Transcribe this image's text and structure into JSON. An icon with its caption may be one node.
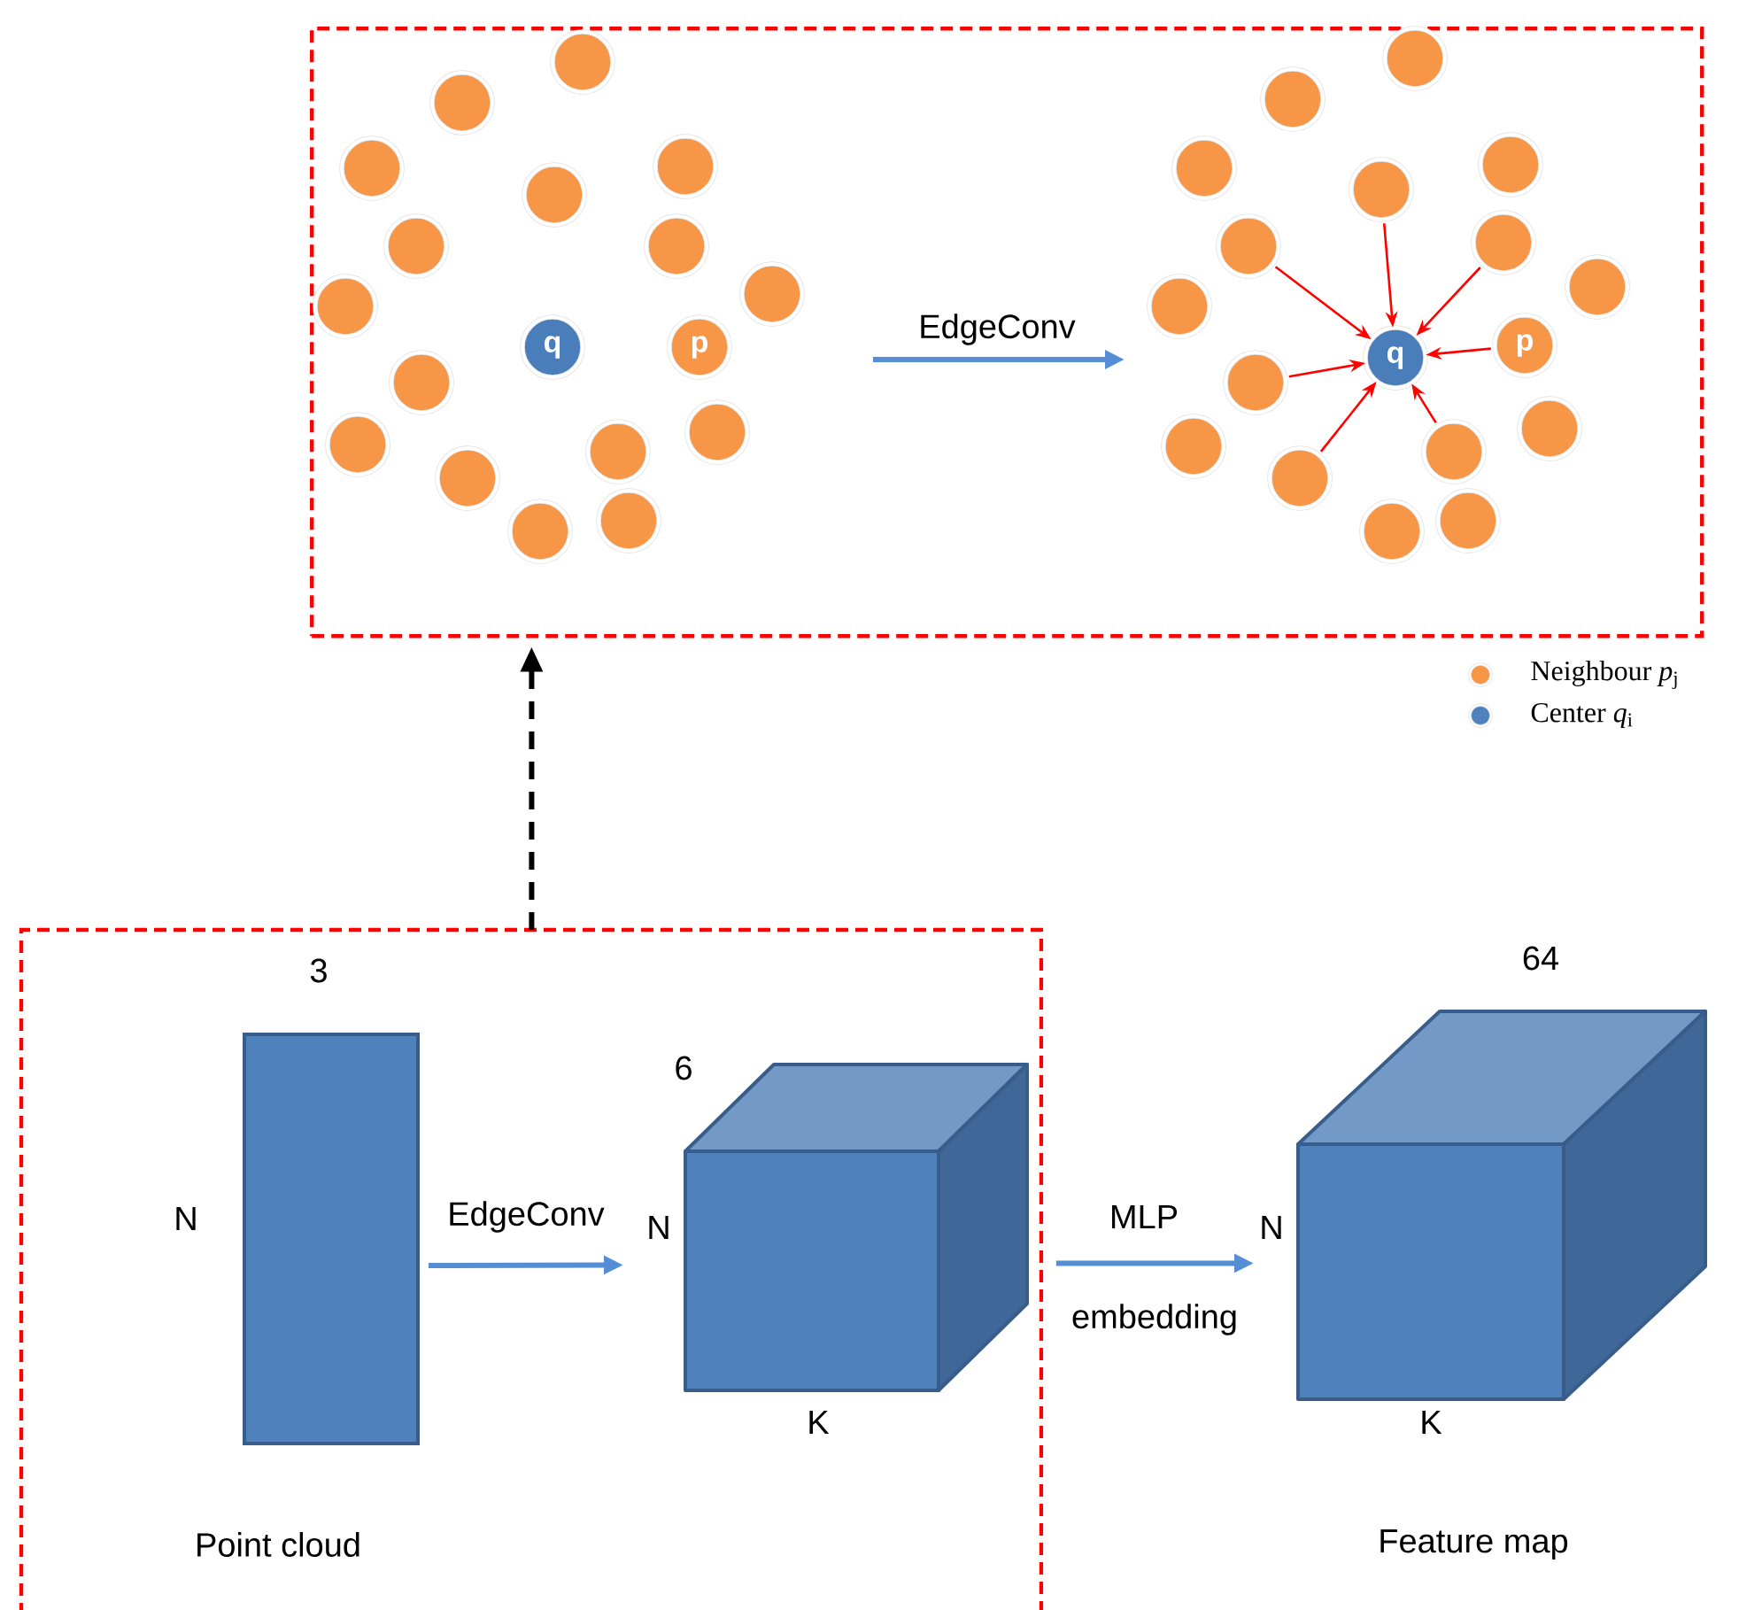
{
  "diagram": {
    "nodes": [
      {
        "text": [],
        "shape": "box"
      },
      {
        "text": [],
        "shape": "circle",
        "in": 0
      },
      {
        "text": [],
        "shape": "circle",
        "in": 0
      },
      {
        "text": [],
        "shape": "circle",
        "in": 0
      },
      {
        "text": [],
        "shape": "circle",
        "in": 0
      },
      {
        "text": [],
        "shape": "circle",
        "in": 0
      },
      {
        "text": [],
        "shape": "circle",
        "in": 0
      },
      {
        "text": [],
        "shape": "circle",
        "in": 0
      },
      {
        "text": [],
        "shape": "circle",
        "in": 0
      },
      {
        "text": [],
        "shape": "circle",
        "in": 0
      },
      {
        "text": [
          "q"
        ],
        "in": 0
      },
      {
        "text": [
          "p"
        ],
        "in": 0
      },
      {
        "text": [],
        "shape": "circle",
        "in": 0
      },
      {
        "text": [],
        "shape": "circle",
        "in": 0
      },
      {
        "text": [],
        "shape": "circle",
        "in": 0
      },
      {
        "text": [],
        "shape": "circle",
        "in": 0
      },
      {
        "text": [],
        "shape": "circle",
        "in": 0
      },
      {
        "text": [],
        "shape": "circle",
        "in": 0
      },
      {
        "text": [],
        "shape": "circle",
        "in": 0
      },
      {
        "text": [],
        "shape": "circle",
        "in": 0
      },
      {
        "text": [],
        "shape": "circle",
        "in": 0
      },
      {
        "text": [],
        "shape": "circle",
        "in": 0
      },
      {
        "text": [],
        "shape": "circle",
        "in": 0
      },
      {
        "text": [],
        "shape": "circle",
        "in": 0
      },
      {
        "text": [],
        "shape": "circle",
        "in": 0
      },
      {
        "text": [],
        "shape": "circle",
        "in": 0
      },
      {
        "text": [],
        "shape": "circle",
        "in": 0
      },
      {
        "text": [],
        "shape": "circle",
        "in": 0
      },
      {
        "text": [
          "p"
        ],
        "in": 0
      },
      {
        "text": [
          "q"
        ],
        "in": 0
      },
      {
        "text": [],
        "shape": "circle",
        "in": 0
      },
      {
        "text": [],
        "shape": "circle",
        "in": 0
      },
      {
        "text": [],
        "shape": "circle",
        "in": 0
      },
      {
        "text": [],
        "shape": "circle",
        "in": 0
      },
      {
        "text": [],
        "shape": "circle",
        "in": 0
      },
      {
        "text": [],
        "shape": "circle",
        "in": 0
      },
      {
        "text": [],
        "shape": "circle",
        "in": 0
      },
      {
        "text": [],
        "shape": "box"
      },
      {
        "text": [],
        "shape": "bar",
        "in": 37,
        "beside": [
          "3",
          "N",
          "Point cloud"
        ]
      },
      {
        "text": [],
        "shape": "cube",
        "in": 37,
        "beside": [
          "6",
          "N",
          "K"
        ]
      },
      {
        "text": [],
        "shape": "cube",
        "beside": [
          "64",
          "N",
          "K",
          "Feature map"
        ]
      }
    ],
    "edges": [
      {
        "from": 24,
        "to": 29,
        "arrow": "to"
      },
      {
        "from": 23,
        "to": 29,
        "arrow": "to"
      },
      {
        "from": 25,
        "to": 29,
        "arrow": "to"
      },
      {
        "from": 28,
        "to": 29,
        "arrow": "to"
      },
      {
        "from": 30,
        "to": 29,
        "arrow": "to"
      },
      {
        "from": 34,
        "to": 29,
        "arrow": "to"
      },
      {
        "from": 33,
        "to": 29,
        "arrow": "to"
      },
      {
        "from": 38,
        "to": 39,
        "arrow": "to",
        "label": "EdgeConv",
        "style": "thick",
        "color": "#558ed5"
      },
      {
        "from": 39,
        "to": 40,
        "arrow": "to",
        "label": "MLP",
        "style": "thick",
        "color": "#558ed5"
      },
      {
        "from": 37,
        "to": 0,
        "arrow": "to",
        "style": "dashed",
        "color": "#000000"
      }
    ],
    "labels": [
      "EdgeConv",
      "embedding"
    ],
    "legend": [
      {
        "text": "Neighbour *p*$_{j}$",
        "color": "#f79646"
      },
      {
        "text": "Center *q*$_{i}$",
        "color": "#4f81bd"
      }
    ]
  }
}
